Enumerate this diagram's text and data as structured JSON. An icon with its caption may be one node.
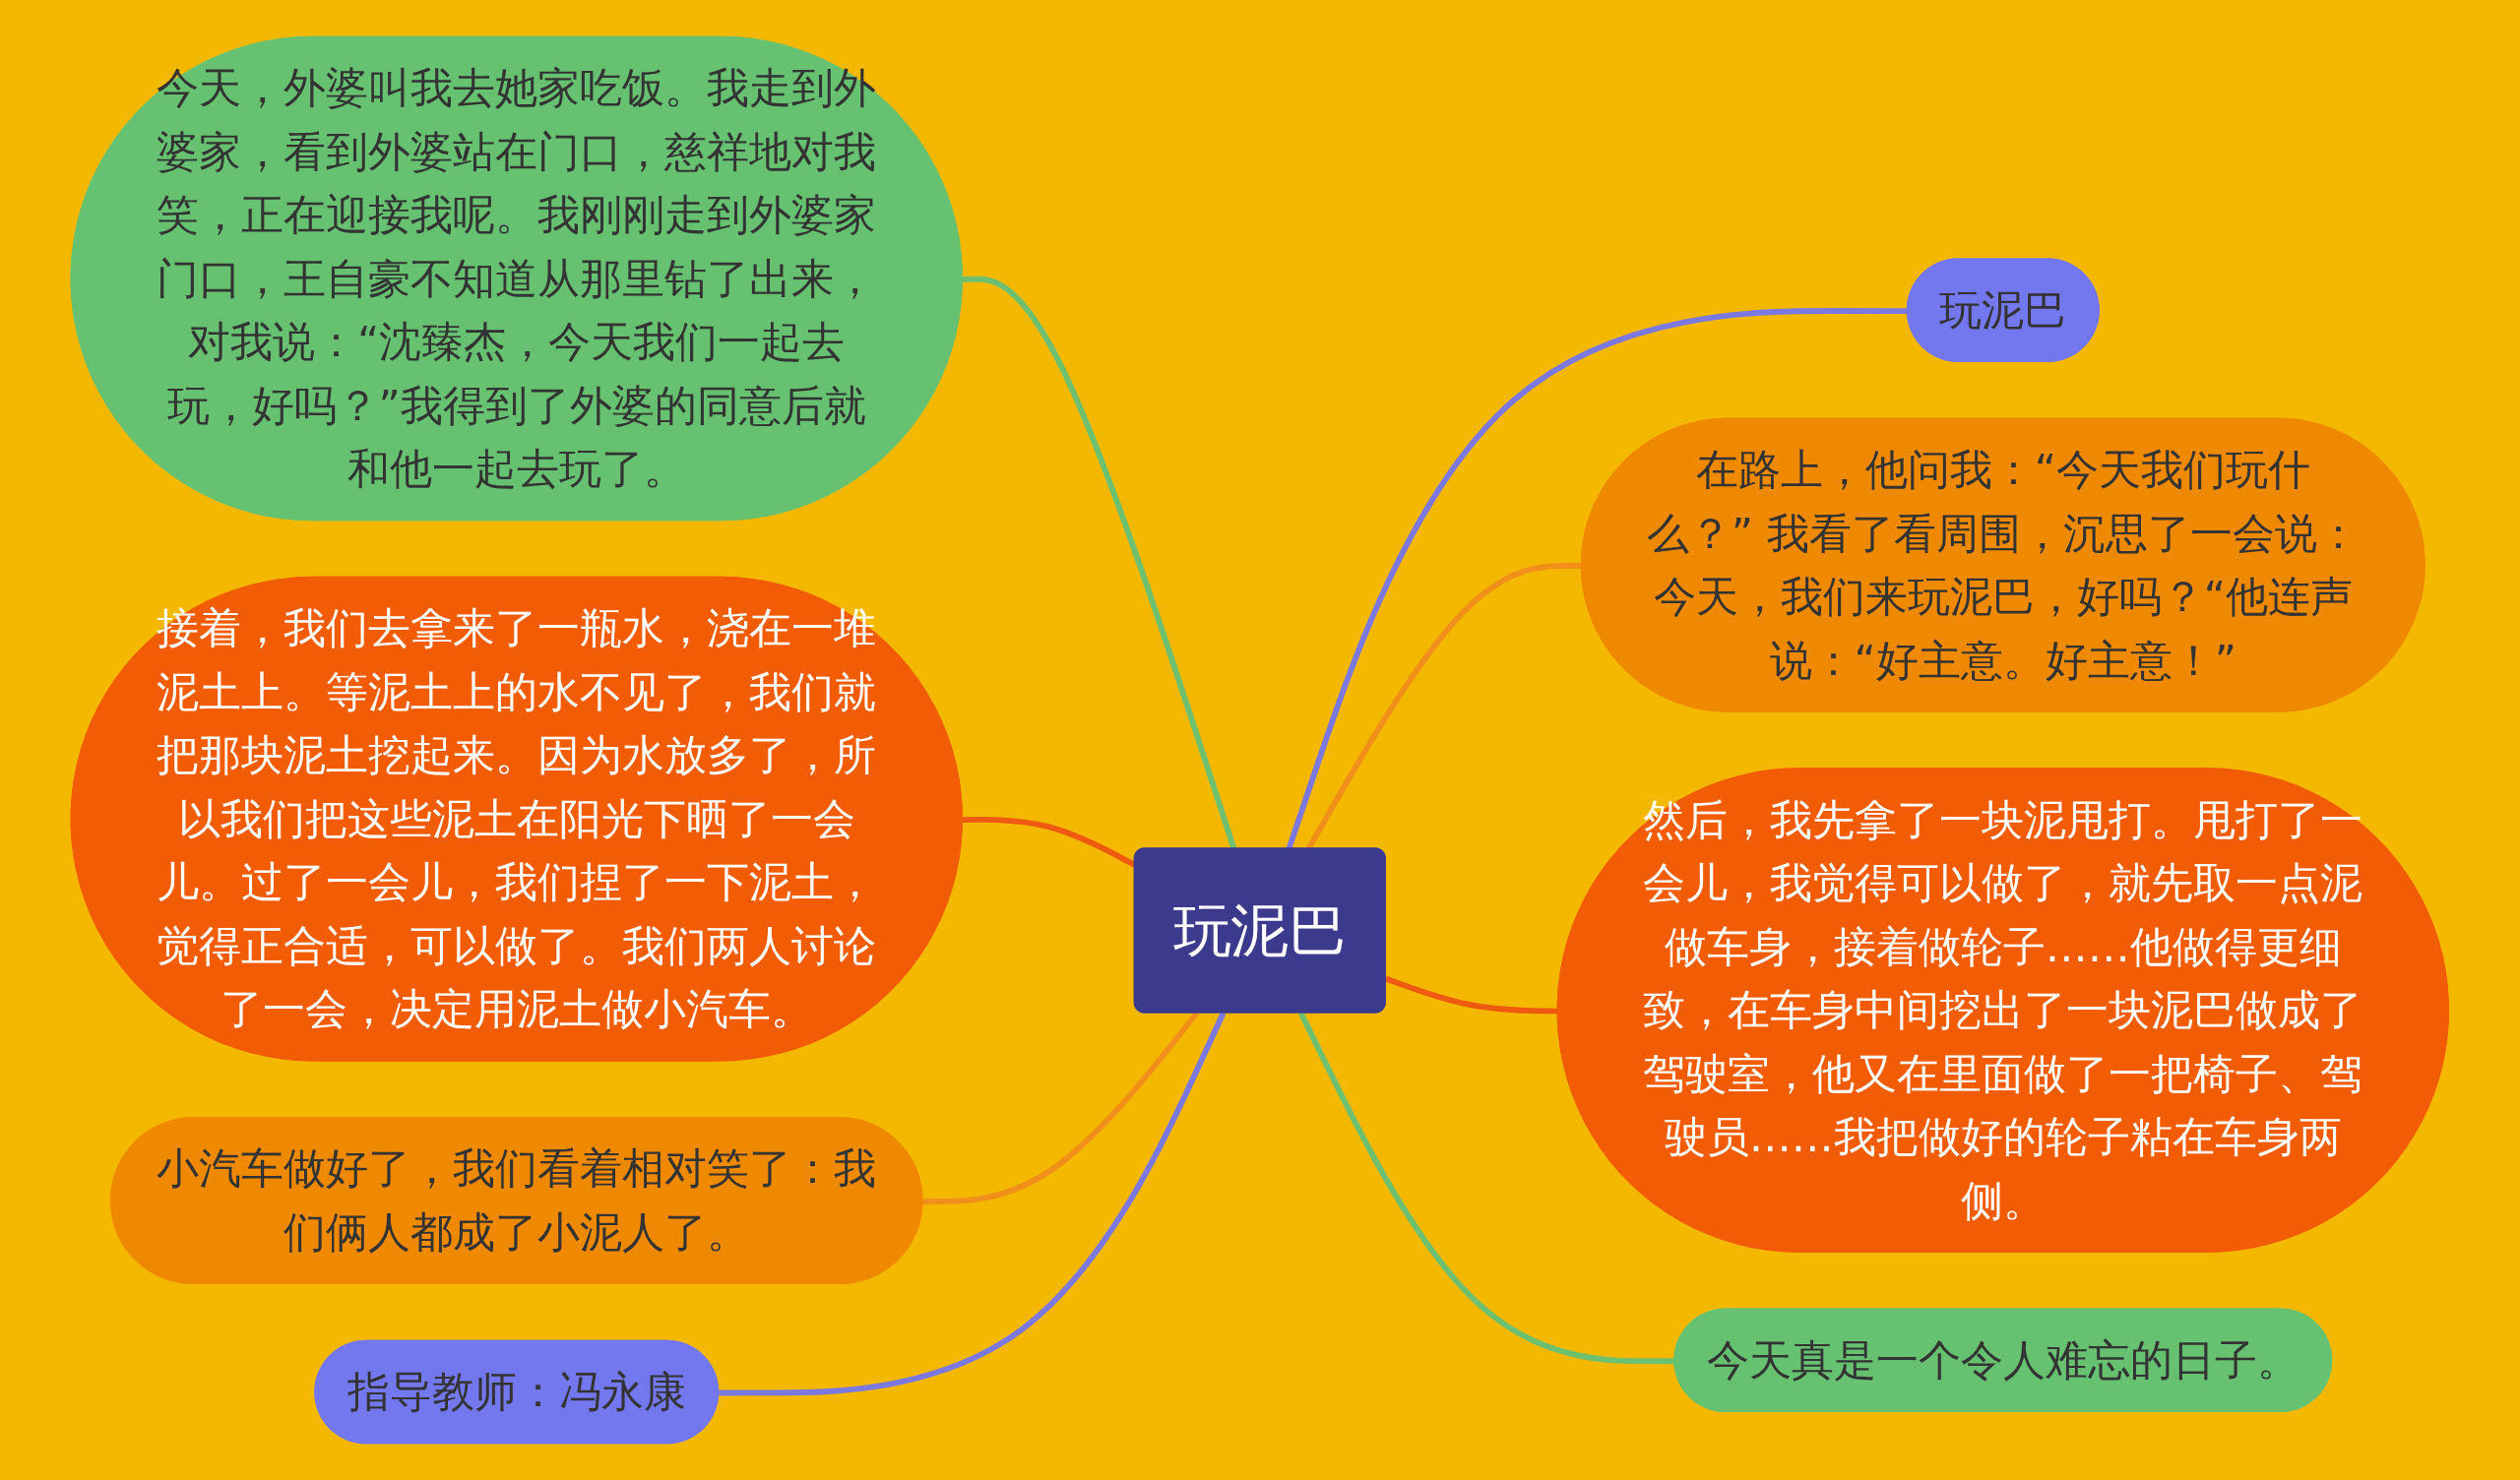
{
  "diagram": {
    "nodes": [
      {
        "text": [
          "玩泥巴"
        ]
      },
      {
        "text": [
          "玩泥巴"
        ]
      },
      {
        "text": [
          "在路上，他问我：“今天我们玩什么？” 我看了看周围，沉思了一会说：今天，我们来玩泥巴，好吗？“他连声说：“好主意。好主意！”"
        ]
      },
      {
        "text": [
          "然后，我先拿了一块泥甩打。甩打了一会儿，我觉得可以做了，就先取一点泥做车身，接着做轮子……他做得更细致，在车身中间挖出了一块泥巴做成了驾驶室，他又在里面做了一把椅子、驾驶员……我把做好的轮子粘在车身两侧。"
        ]
      },
      {
        "text": [
          "今天真是一个令人难忘的日子。"
        ]
      },
      {
        "text": [
          "今天，外婆叫我去她家吃饭。我走到外婆家，看到外婆站在门口，慈祥地对我笑，正在迎接我呢。我刚刚走到外婆家门口，王自豪不知道从那里钻了出来，对我说：“沈臻杰，今天我们一起去玩，好吗？”我得到了外婆的同意后就和他一起去玩了。"
        ]
      },
      {
        "text": [
          "接着，我们去拿来了一瓶水，浇在一堆泥土上。等泥土上的水不见了，我们就把那块泥土挖起来。因为水放多了，所以我们把这些泥土在阳光下晒了一会儿。过了一会儿，我们捏了一下泥土，觉得正合适，可以做了。我们两人讨论了一会，决定用泥土做小汽车。"
        ]
      },
      {
        "text": [
          "小汽车做好了，我们看着相对笑了：我们俩人都成了小泥人了。"
        ]
      },
      {
        "text": [
          "指导教师：冯永康"
        ]
      }
    ],
    "edges": [
      {
        "from": 0,
        "to": 1,
        "arrow": "none",
        "color": "#7b78e0"
      },
      {
        "from": 0,
        "to": 2,
        "arrow": "none",
        "color": "#f0901a"
      },
      {
        "from": 0,
        "to": 3,
        "arrow": "none",
        "color": "#ee5a10"
      },
      {
        "from": 0,
        "to": 4,
        "arrow": "none",
        "color": "#6cc070"
      },
      {
        "from": 5,
        "to": 0,
        "arrow": "none",
        "color": "#6cc070"
      },
      {
        "from": 6,
        "to": 0,
        "arrow": "none",
        "color": "#ee5a10"
      },
      {
        "from": 7,
        "to": 0,
        "arrow": "none",
        "color": "#f0901a"
      },
      {
        "from": 8,
        "to": 0,
        "arrow": "none",
        "color": "#7b78e0"
      }
    ]
  }
}
